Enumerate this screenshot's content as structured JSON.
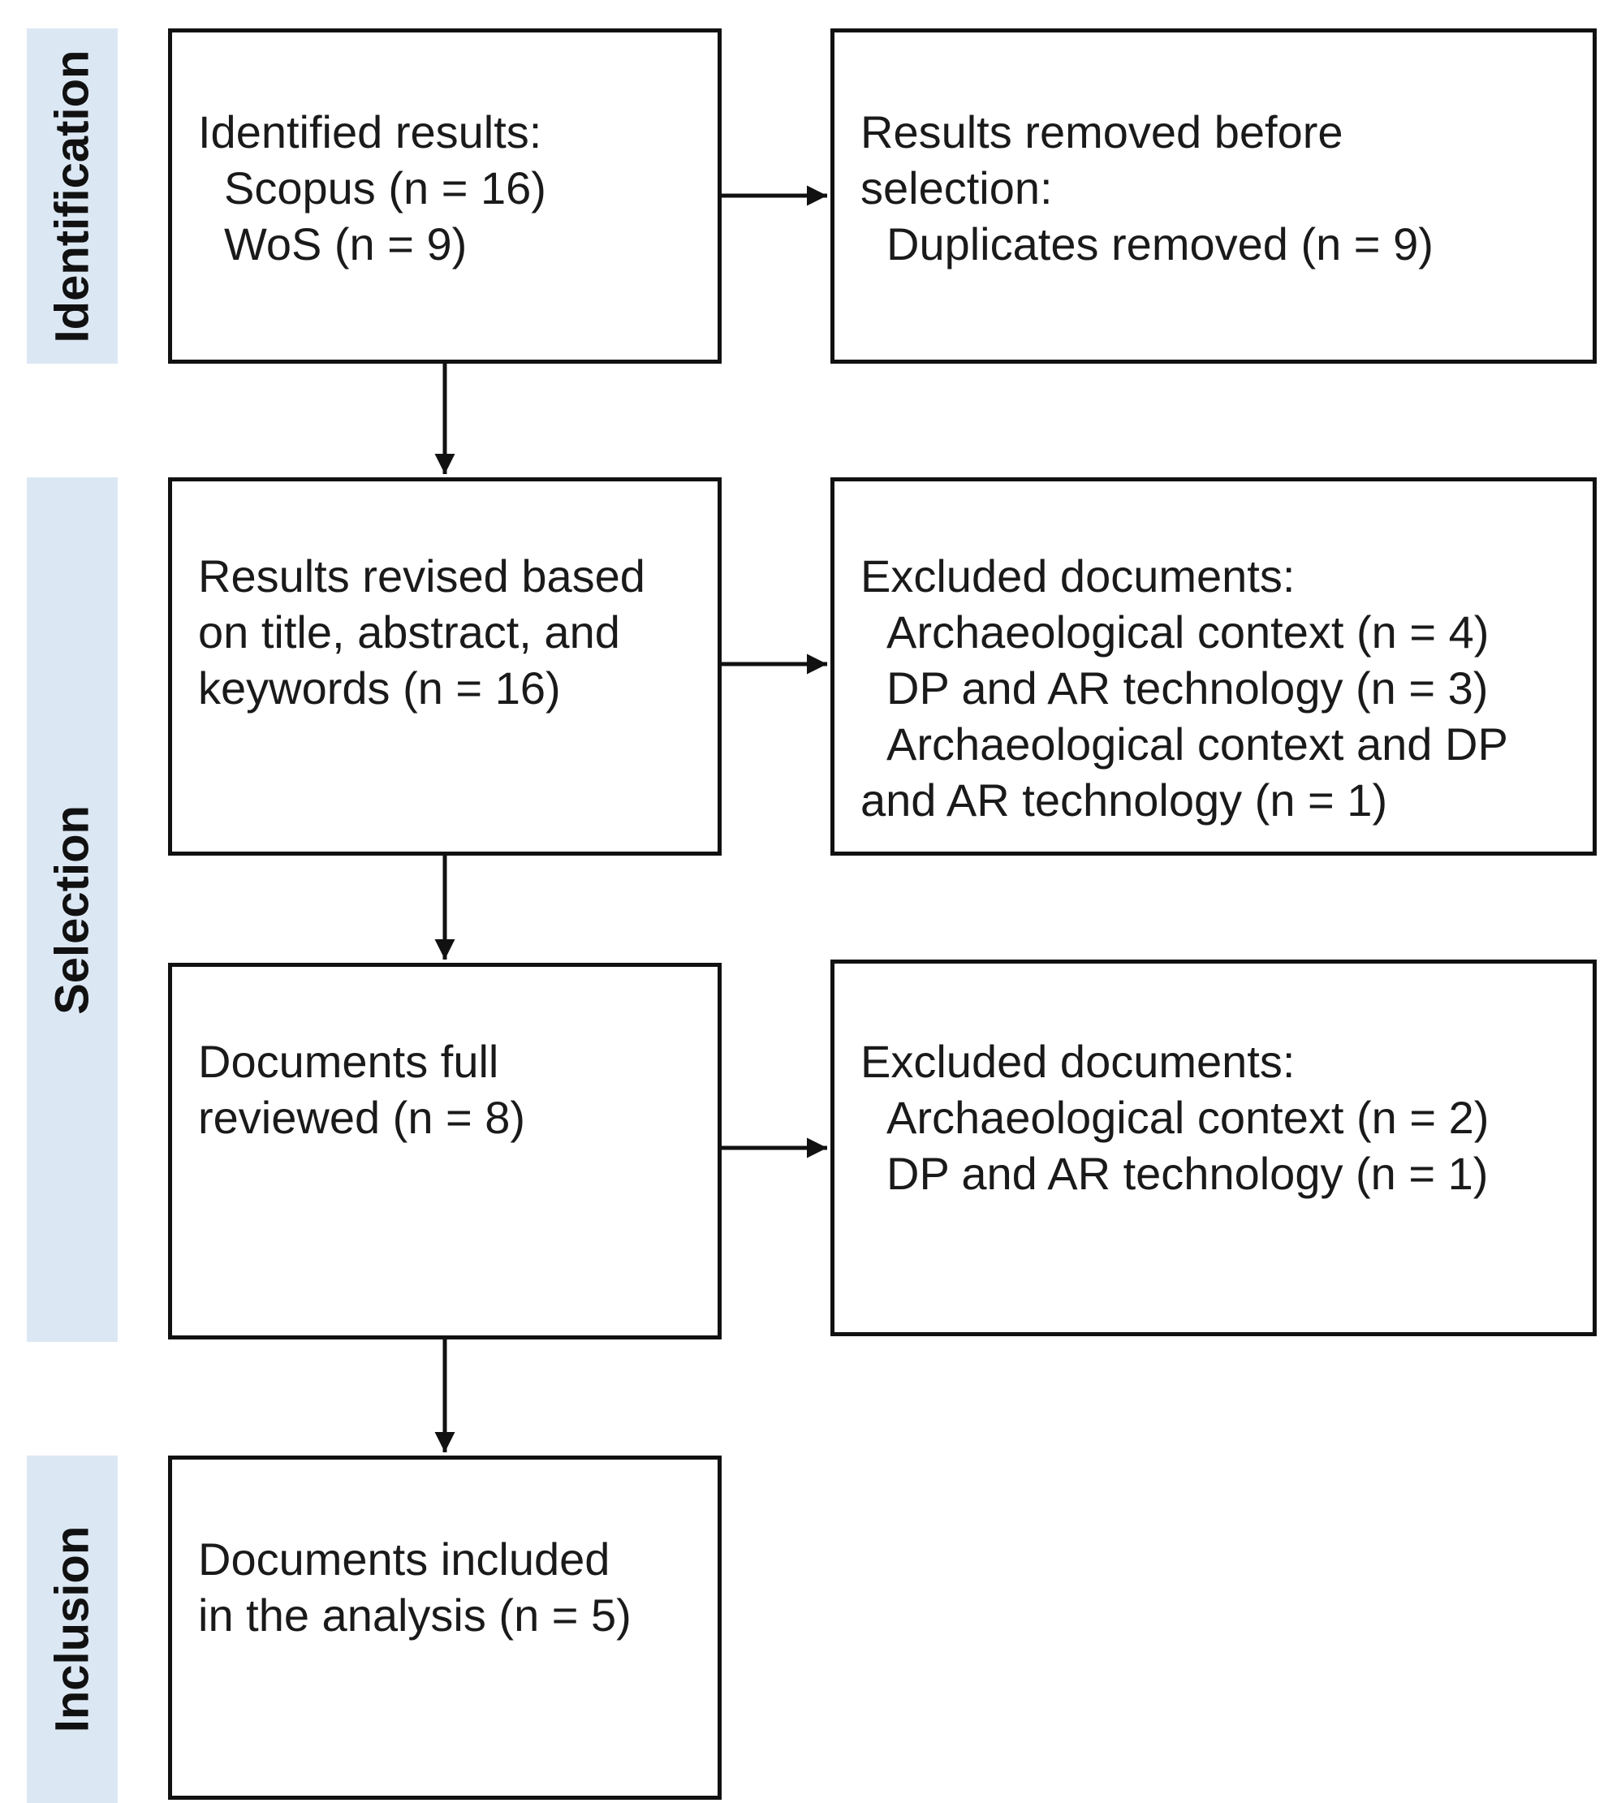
{
  "stages": {
    "identification": "Identification",
    "selection": "Selection",
    "inclusion": "Inclusion"
  },
  "boxes": {
    "identified": {
      "heading": "Identified results:",
      "items": [
        "Scopus (n = 16)",
        "WoS (n = 9)"
      ]
    },
    "removed": {
      "lines": [
        "Results removed before",
        "selection:"
      ],
      "items": [
        "Duplicates removed (n = 9)"
      ]
    },
    "revised": {
      "lines": [
        "Results revised based",
        "on title, abstract, and",
        "keywords (n = 16)"
      ]
    },
    "excluded_1": {
      "heading": "Excluded documents:",
      "items": [
        "Archaeological context (n = 4)",
        "DP and AR technology (n = 3)",
        "Archaeological context and DP"
      ],
      "continuation": "and AR technology (n = 1)"
    },
    "full_reviewed": {
      "lines": [
        "Documents full",
        "reviewed (n = 8)"
      ]
    },
    "excluded_2": {
      "heading": "Excluded documents:",
      "items": [
        "Archaeological context (n = 2)",
        "DP and AR technology (n = 1)"
      ]
    },
    "included": {
      "lines": [
        "Documents included",
        "in the analysis (n = 5)"
      ]
    }
  },
  "colors": {
    "stage_band": "#dce7f4",
    "border": "#111111",
    "text": "#1a1a1a"
  }
}
